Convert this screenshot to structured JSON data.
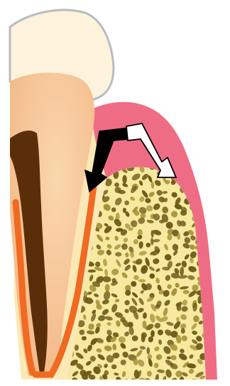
{
  "diagram": {
    "subject": "tooth-cross-section",
    "parts": [
      "enamel-crown",
      "dentin",
      "pulp-canal",
      "cementum",
      "gingiva",
      "alveolar-bone"
    ],
    "arrows": [
      {
        "name": "arrow-toward-root",
        "fill": "#000000"
      },
      {
        "name": "arrow-toward-bone",
        "fill": "#ffffff"
      }
    ],
    "colors": {
      "enamel": "#fdf2dc",
      "enamel_outline": "#b8bcc0",
      "dentin": "#f3b888",
      "dentin_light": "#fad7ad",
      "pulp": "#5a2e08",
      "cementum": "#f06a22",
      "root_surface": "#fbe9b5",
      "gingiva": "#ef6d84",
      "bone_base": "#f7eaa0",
      "bone_pore": "#6b5a18",
      "bone_pore_light": "#a8923a"
    }
  }
}
